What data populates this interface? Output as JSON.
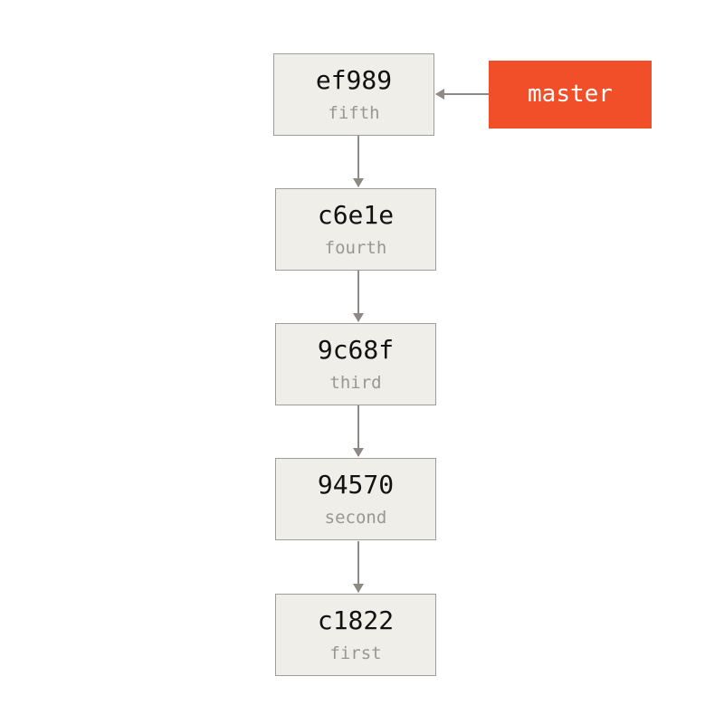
{
  "colors": {
    "commit_fill": "#efeee8",
    "commit_border": "#a09c97",
    "hash_text": "#111111",
    "message_text": "#9a9791",
    "arrow": "#8d8984",
    "branch_fill": "#f14e2a",
    "branch_text": "#ffffff"
  },
  "commits": [
    {
      "hash": "ef989",
      "message": "fifth"
    },
    {
      "hash": "c6e1e",
      "message": "fourth"
    },
    {
      "hash": "9c68f",
      "message": "third"
    },
    {
      "hash": "94570",
      "message": "second"
    },
    {
      "hash": "c1822",
      "message": "first"
    }
  ],
  "branch": {
    "label": "master",
    "points_to": "ef989"
  }
}
